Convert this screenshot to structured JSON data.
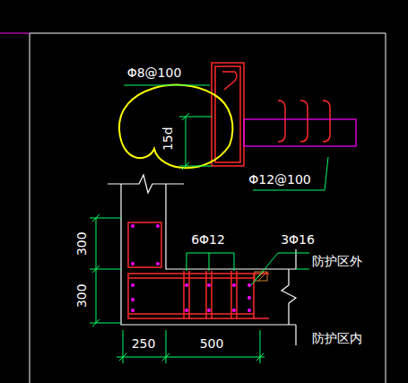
{
  "diagram": {
    "labels": [
      "Φ8@100",
      "15d",
      "Φ12@100",
      "6Φ12",
      "3Φ16",
      "防护区外",
      "防护区内",
      "300",
      "300",
      "250",
      "500"
    ]
  }
}
